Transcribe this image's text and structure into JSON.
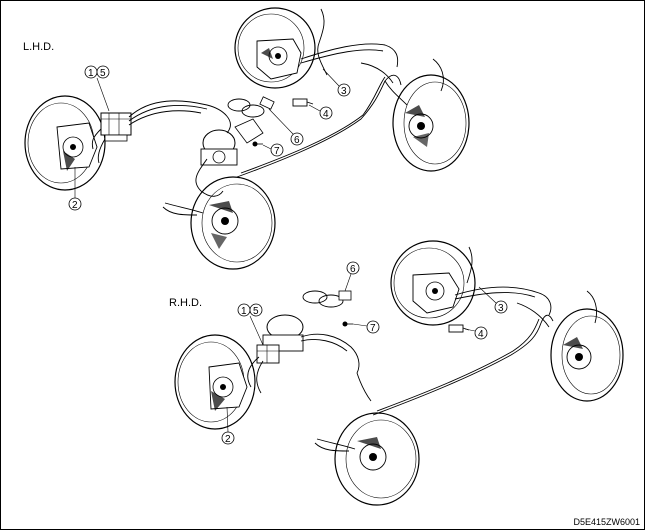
{
  "labels": {
    "lhd": "L.H.D.",
    "rhd": "R.H.D.",
    "figure_code": "D5E415ZW6001"
  },
  "callouts": {
    "c1": "1",
    "c2": "2",
    "c3": "3",
    "c4": "4",
    "c5": "5",
    "c6": "6",
    "c7": "7"
  },
  "colors": {
    "line": "#000000",
    "background": "#ffffff"
  }
}
